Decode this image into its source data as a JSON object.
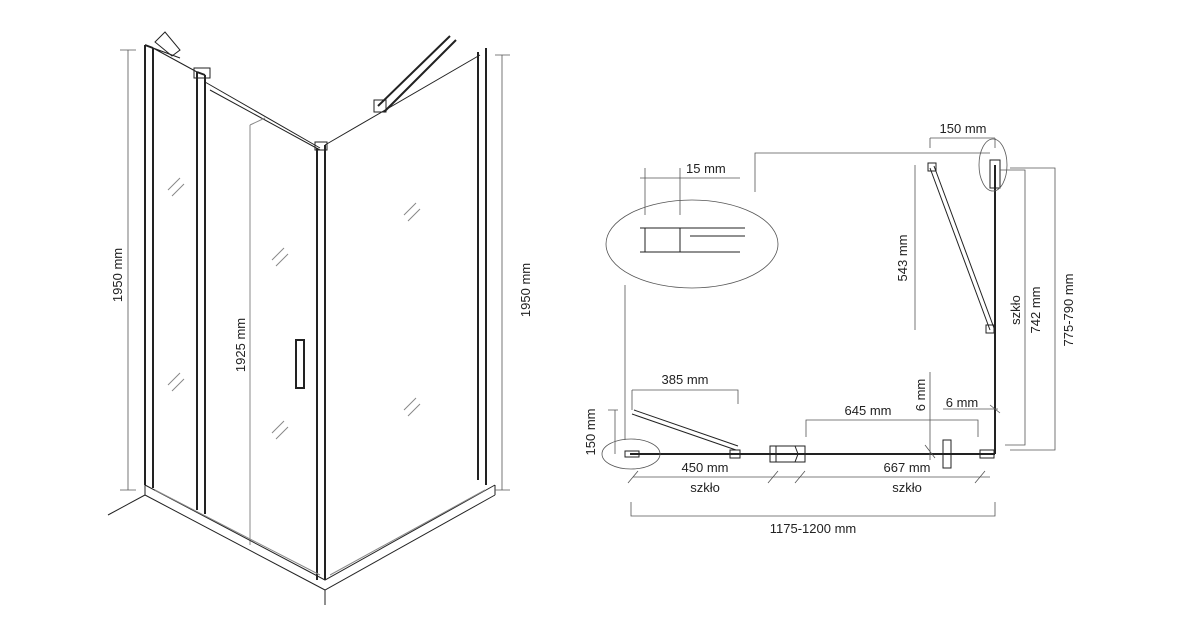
{
  "iso_view": {
    "height_left": "1950 mm",
    "height_door": "1925 mm",
    "height_right": "1950 mm"
  },
  "plan_view": {
    "detail_top_width": "150 mm",
    "profile_width": "15 mm",
    "brace_right_length": "543 mm",
    "side_glass_label": "szkło",
    "side_glass_width": "742 mm",
    "side_total_width": "775-790 mm",
    "brace_left_length": "385 mm",
    "detail_left_offset": "150 mm",
    "door_width": "645 mm",
    "gap_vertical": "6 mm",
    "gap_horizontal": "6 mm",
    "fixed_glass_width": "450 mm",
    "fixed_glass_label": "szkło",
    "door_glass_width": "667 mm",
    "door_glass_label": "szkło",
    "total_width": "1175-1200 mm"
  }
}
